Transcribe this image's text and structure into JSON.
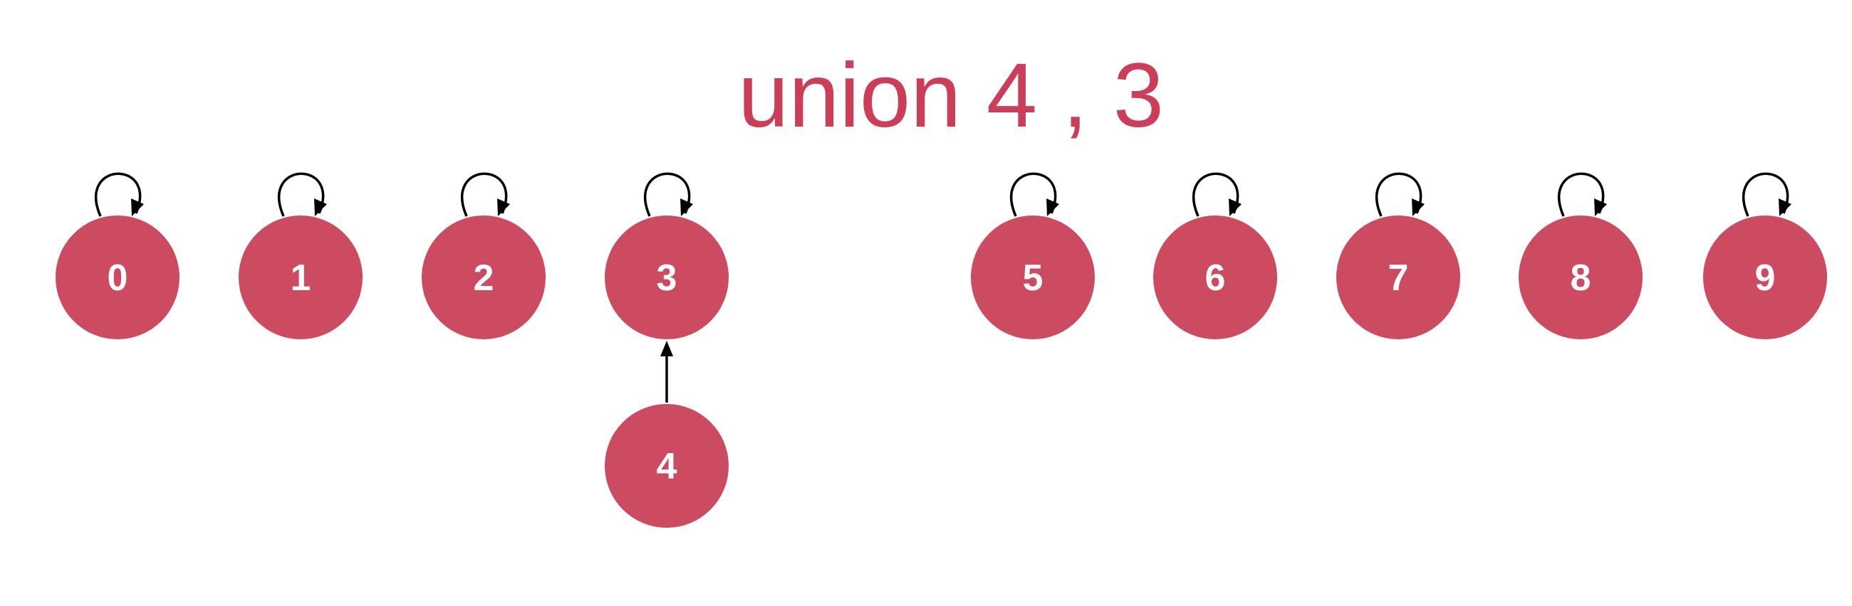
{
  "title": "union 4 , 3",
  "colors": {
    "node_fill": "#cc4b60",
    "node_text": "#ffffff",
    "title": "#cc3d58",
    "edge": "#000000"
  },
  "nodes": [
    {
      "id": "0",
      "self_loop": true
    },
    {
      "id": "1",
      "self_loop": true
    },
    {
      "id": "2",
      "self_loop": true
    },
    {
      "id": "3",
      "self_loop": true
    },
    {
      "id": "4",
      "self_loop": false
    },
    {
      "id": "5",
      "self_loop": true
    },
    {
      "id": "6",
      "self_loop": true
    },
    {
      "id": "7",
      "self_loop": true
    },
    {
      "id": "8",
      "self_loop": true
    },
    {
      "id": "9",
      "self_loop": true
    }
  ],
  "edges": [
    {
      "from": "4",
      "to": "3"
    }
  ]
}
